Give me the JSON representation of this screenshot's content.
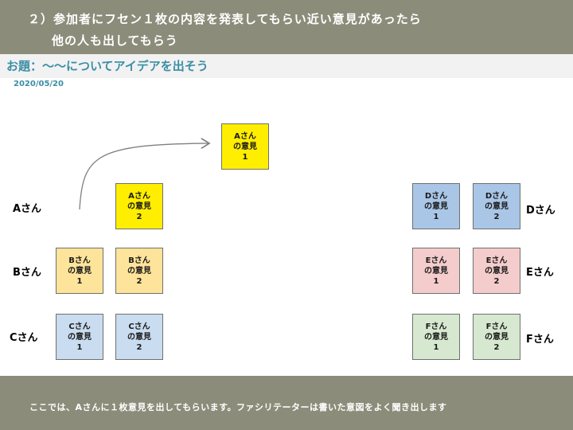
{
  "header": {
    "line1": "２）参加者にフセン１枚の内容を発表してもらい近い意見があったら",
    "line2": "他の人も出してもらう"
  },
  "topic": {
    "title": "お題：～～についてアイデアを出そう",
    "date": "2020/05/20"
  },
  "people": {
    "a": "Aさん",
    "b": "Bさん",
    "c": "Cさん",
    "d": "Dさん",
    "e": "Eさん",
    "f": "Fさん"
  },
  "notes": {
    "a1": {
      "name": "Aさん",
      "label": "の意見",
      "num": "1"
    },
    "a2": {
      "name": "Aさん",
      "label": "の意見",
      "num": "2"
    },
    "b1": {
      "name": "Bさん",
      "label": "の意見",
      "num": "1"
    },
    "b2": {
      "name": "Bさん",
      "label": "の意見",
      "num": "2"
    },
    "c1": {
      "name": "Cさん",
      "label": "の意見",
      "num": "1"
    },
    "c2": {
      "name": "Cさん",
      "label": "の意見",
      "num": "2"
    },
    "d1": {
      "name": "Dさん",
      "label": "の意見",
      "num": "1"
    },
    "d2": {
      "name": "Dさん",
      "label": "の意見",
      "num": "2"
    },
    "e1": {
      "name": "Eさん",
      "label": "の意見",
      "num": "1"
    },
    "e2": {
      "name": "Eさん",
      "label": "の意見",
      "num": "2"
    },
    "f1": {
      "name": "Fさん",
      "label": "の意見",
      "num": "1"
    },
    "f2": {
      "name": "Fさん",
      "label": "の意見",
      "num": "2"
    }
  },
  "footer": {
    "text": "ここでは、Aさんに１枚意見を出してもらいます。ファシリテーターは書いた意図をよく聞き出します"
  },
  "colors": {
    "band": "#8b8d7a",
    "topic": "#3b8ea5",
    "note_a1": "#ffee00",
    "note_yellow": "#fde49a",
    "note_blue": "#c9dcf0",
    "note_blue_mid": "#a9c6e6",
    "note_pink": "#f4cccc",
    "note_green": "#d6e8cf"
  }
}
